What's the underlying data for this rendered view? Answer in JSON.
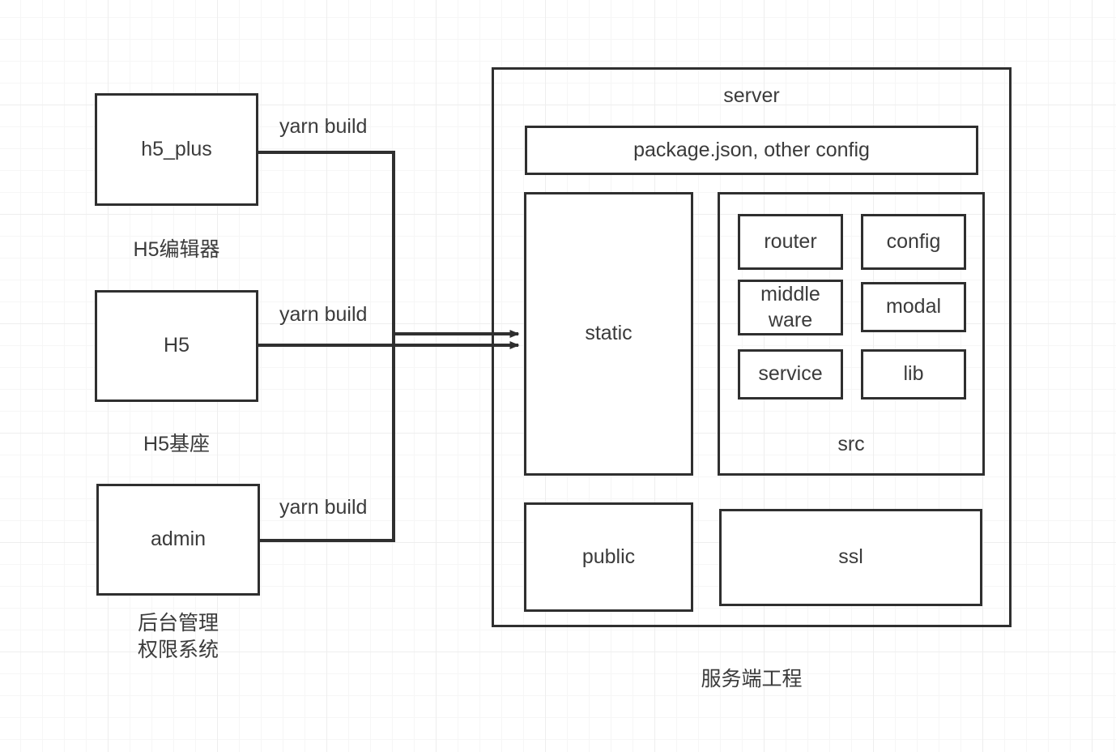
{
  "diagram": {
    "title_caption": "服务端工程",
    "stroke_color": "#2f2f2f",
    "text_color": "#3b3b3b",
    "background_color": "#ffffff",
    "grid_color": "#eeeeee"
  },
  "sources": [
    {
      "id": "h5_plus",
      "label": "h5_plus",
      "caption": "H5编辑器",
      "edge_label": "yarn build"
    },
    {
      "id": "h5",
      "label": "H5",
      "caption": "H5基座",
      "edge_label": "yarn build"
    },
    {
      "id": "admin",
      "label": "admin",
      "caption": "后台管理\n权限系统",
      "edge_label": "yarn build"
    }
  ],
  "server": {
    "title": "server",
    "caption": "服务端工程",
    "config_box": "package.json, other config",
    "static_box": "static",
    "public_box": "public",
    "ssl_box": "ssl",
    "src": {
      "title": "src",
      "items": [
        "router",
        "config",
        "middle\nware",
        "modal",
        "service",
        "lib"
      ]
    }
  }
}
